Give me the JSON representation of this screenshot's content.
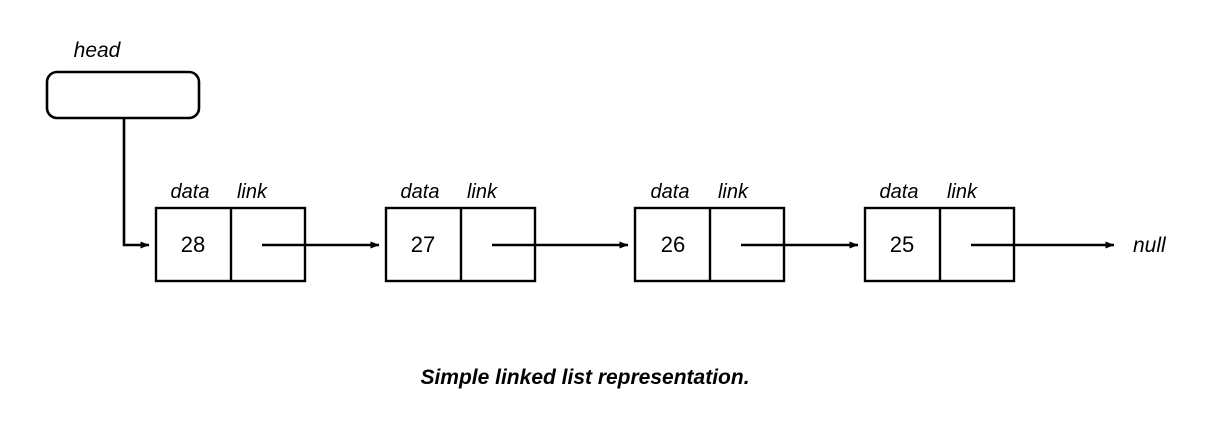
{
  "diagram": {
    "title_caption": "Simple linked list representation.",
    "head_pointer": {
      "label": "head",
      "box_value": ""
    },
    "cell_headers": {
      "data": "data",
      "link": "link"
    },
    "terminator": {
      "label": "null"
    },
    "nodes": [
      {
        "data": "28",
        "data_label": "data",
        "link_label": "link"
      },
      {
        "data": "27",
        "data_label": "data",
        "link_label": "link"
      },
      {
        "data": "26",
        "data_label": "data",
        "link_label": "link"
      },
      {
        "data": "25",
        "data_label": "data",
        "link_label": "link"
      }
    ],
    "colors": {
      "stroke": "#000000",
      "background": "#ffffff",
      "text": "#000000"
    }
  }
}
